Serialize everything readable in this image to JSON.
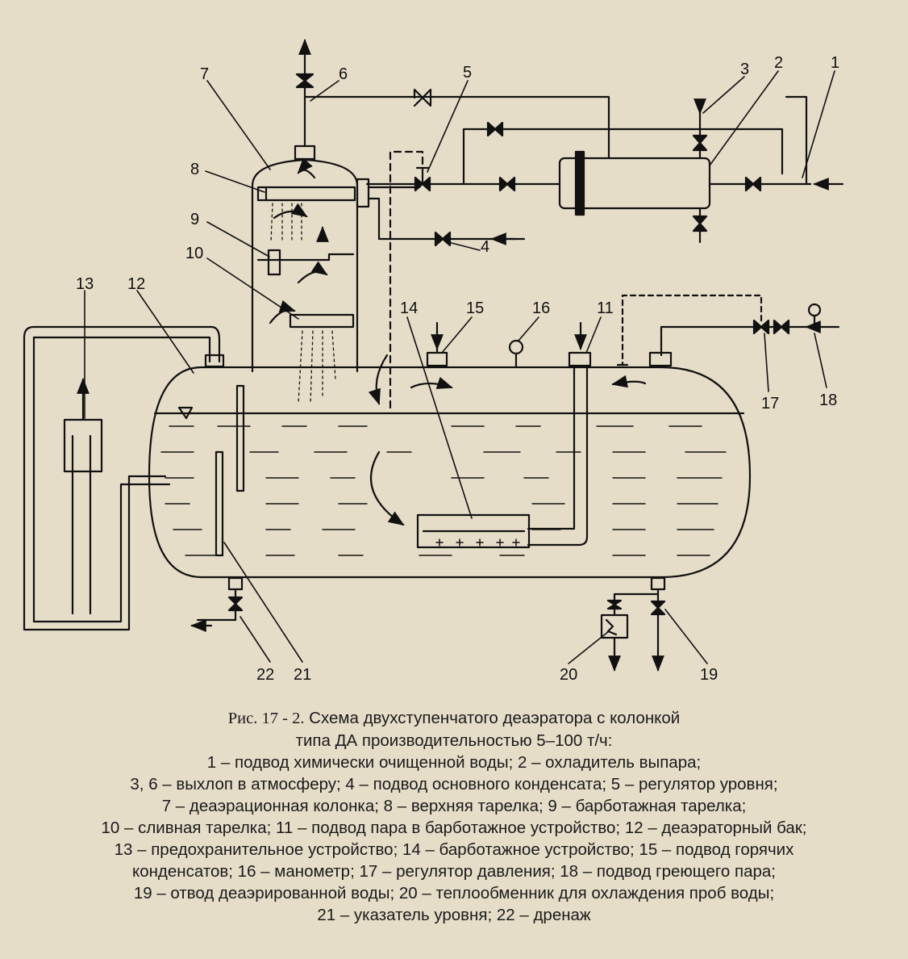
{
  "figure": {
    "labels": [
      "1",
      "2",
      "3",
      "4",
      "5",
      "6",
      "7",
      "8",
      "9",
      "10",
      "11",
      "12",
      "13",
      "14",
      "15",
      "16",
      "17",
      "18",
      "19",
      "20",
      "21",
      "22"
    ]
  },
  "caption": {
    "figure_number": "Рис. 17 - 2.",
    "title_line1": "Схема двухступенчатого деаэратора с колонкой",
    "title_line2": "типа ДА производительностью 5–100 т/ч:",
    "legend_lines": [
      "1 – подвод химически очищенной воды; 2 – охладитель выпара;",
      "3, 6 – выхлоп в атмосферу; 4 – подвод основного конденсата; 5 – регулятор уровня;",
      "7 – деаэрационная колонка; 8 – верхняя тарелка; 9 – барботажная тарелка;",
      "10 – сливная тарелка; 11 – подвод пара в барботажное устройство; 12 – деаэраторный бак;",
      "13 – предохранительное устройство; 14 – барботажное устройство; 15 – подвод горячих",
      "конденсатов; 16 – манометр; 17 – регулятор давления; 18 – подвод греющего пара;",
      "19 – отвод деаэрированной воды; 20 – теплообменник для охлаждения проб воды;",
      "21 – указатель уровня; 22 – дренаж"
    ]
  }
}
